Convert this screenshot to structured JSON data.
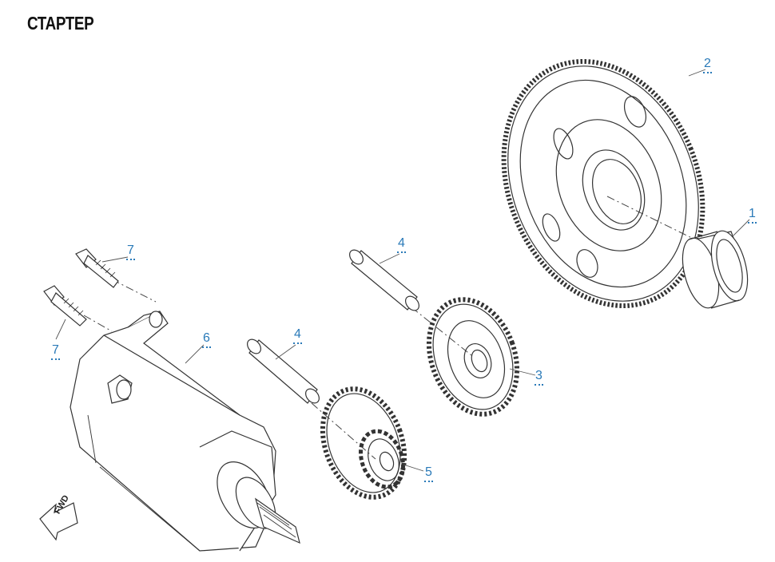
{
  "title": "СТАРТЕР",
  "callouts": [
    {
      "id": "c1",
      "label": "1"
    },
    {
      "id": "c2",
      "label": "2"
    },
    {
      "id": "c3",
      "label": "3"
    },
    {
      "id": "c4a",
      "label": "4"
    },
    {
      "id": "c4b",
      "label": "4"
    },
    {
      "id": "c5",
      "label": "5"
    },
    {
      "id": "c6",
      "label": "6"
    },
    {
      "id": "c7a",
      "label": "7"
    },
    {
      "id": "c7b",
      "label": "7"
    }
  ],
  "fwd_text": "FWD",
  "colors": {
    "callout": "#2a7ab8",
    "line": "#333333"
  }
}
